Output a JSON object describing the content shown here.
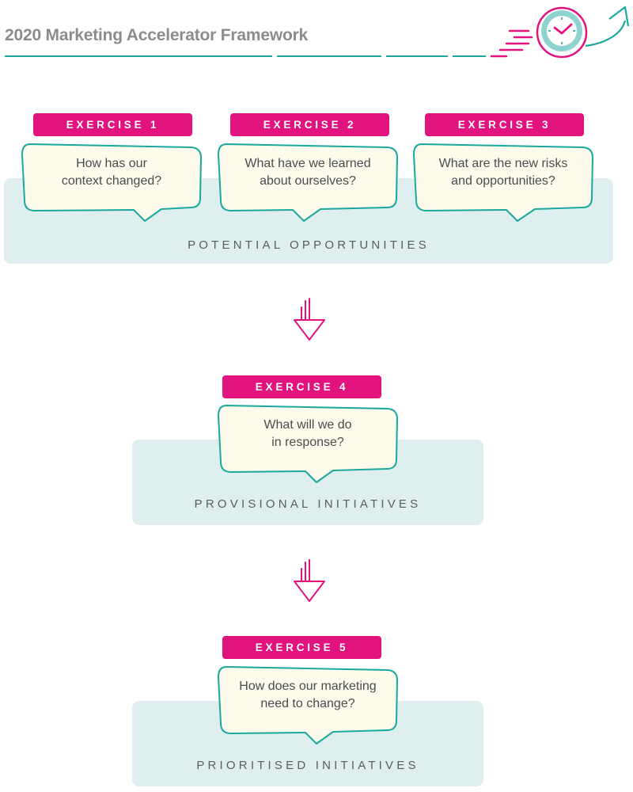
{
  "title": "2020 Marketing Accelerator Framework",
  "colors": {
    "magenta": "#e2137f",
    "teal": "#1aa89f",
    "panel": "#dfeeee",
    "bubble": "#fdfbeb"
  },
  "header_icon": "clock-with-upward-arrow",
  "panels": [
    {
      "label": "POTENTIAL OPPORTUNITIES"
    },
    {
      "label": "PROVISIONAL INITIATIVES"
    },
    {
      "label": "PRIORITISED INITIATIVES"
    }
  ],
  "exercises": [
    {
      "tag": "EXERCISE 1",
      "line1": "How has our",
      "line2": "context changed?"
    },
    {
      "tag": "EXERCISE 2",
      "line1": "What have we learned",
      "line2": "about ourselves?"
    },
    {
      "tag": "EXERCISE 3",
      "line1": "What are the new risks",
      "line2": "and opportunities?"
    },
    {
      "tag": "EXERCISE 4",
      "line1": "What will we do",
      "line2": "in response?"
    },
    {
      "tag": "EXERCISE 5",
      "line1": "How does our marketing",
      "line2": "need to change?"
    }
  ],
  "arrow_icon": "down-arrow-icon"
}
